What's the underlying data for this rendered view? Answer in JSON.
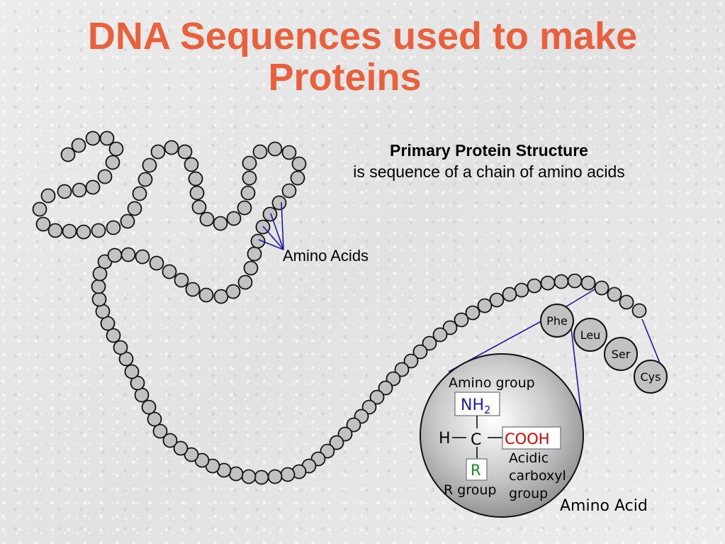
{
  "title": {
    "line1": "DNA Sequences used  to make",
    "line2": "Proteins"
  },
  "primary_structure": {
    "heading": "Primary Protein Structure",
    "description": "is sequence of a chain of amino acids"
  },
  "labels": {
    "amino_acids": "Amino Acids",
    "amino_group": "Amino group",
    "nh2_main": "NH",
    "nh2_sub": "2",
    "h": "H",
    "c": "C",
    "cooh": "COOH",
    "r": "R",
    "r_group": "R group",
    "acidic": "Acidic",
    "carboxyl": "carboxyl",
    "group": "group",
    "amino_acid": "Amino Acid"
  },
  "named_residues": [
    "Phe",
    "Leu",
    "Ser",
    "Cys"
  ],
  "colors": {
    "title": "#e8603c",
    "pointer_lines": "#1a1aa0",
    "bead_fill": "#c2c2c2",
    "amino_group_text": "#1a1ab4",
    "cooh_text": "#e00000",
    "r_text": "#1a8a1a"
  }
}
